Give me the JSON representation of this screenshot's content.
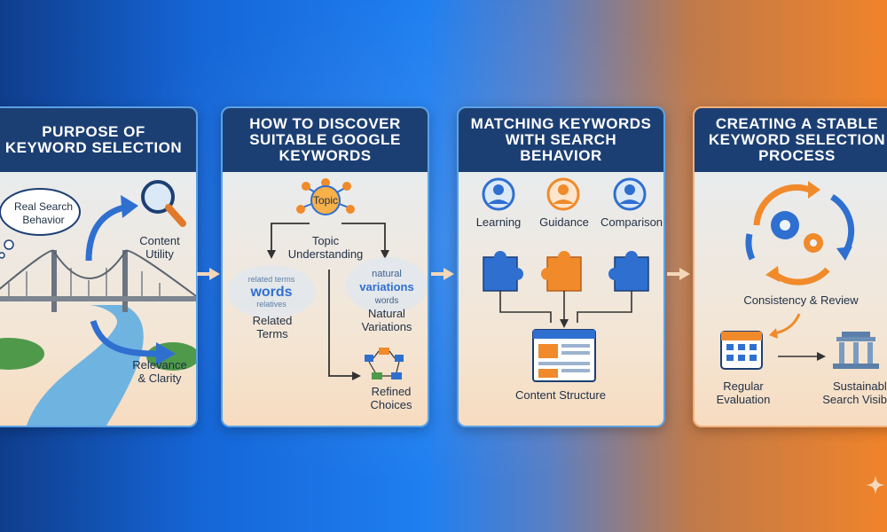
{
  "panels": [
    {
      "title": "PURPOSE OF\nKEYWORD SELECTION",
      "labels": {
        "real_search": "Real Search\nBehavior",
        "content_utility": "Content\nUtility",
        "relevance": "Relevance\n& Clarity"
      }
    },
    {
      "title": "HOW TO DISCOVER\nSUITABLE GOOGLE\nKEYWORDS",
      "labels": {
        "topic": "Topic",
        "topic_understanding": "Topic\nUnderstanding",
        "related_terms": "Related\nTerms",
        "natural_variations": "Natural\nVariations",
        "refined_choices": "Refined\nChoices",
        "cloud_left_big": "words",
        "cloud_left_mid": "related terms",
        "cloud_left_small": "relatives",
        "cloud_right_big": "variations",
        "cloud_right_mid": "natural",
        "cloud_right_small": "words"
      }
    },
    {
      "title": "MATCHING KEYWORDS\nWITH SEARCH BEHAVIOR",
      "labels": {
        "learning": "Learning",
        "guidance": "Guidance",
        "comparison": "Comparison",
        "content_structure": "Content Structure"
      }
    },
    {
      "title": "CREATING A STABLE\nKEYWORD SELECTION\nPROCESS",
      "labels": {
        "consistency": "Consistency & Review",
        "regular": "Regular\nEvaluation",
        "sustainable": "Sustainable\nSearch Visibility"
      }
    }
  ],
  "colors": {
    "header": "#1c3f73",
    "accent_blue": "#2f6fd0",
    "accent_orange": "#f08a2a"
  }
}
